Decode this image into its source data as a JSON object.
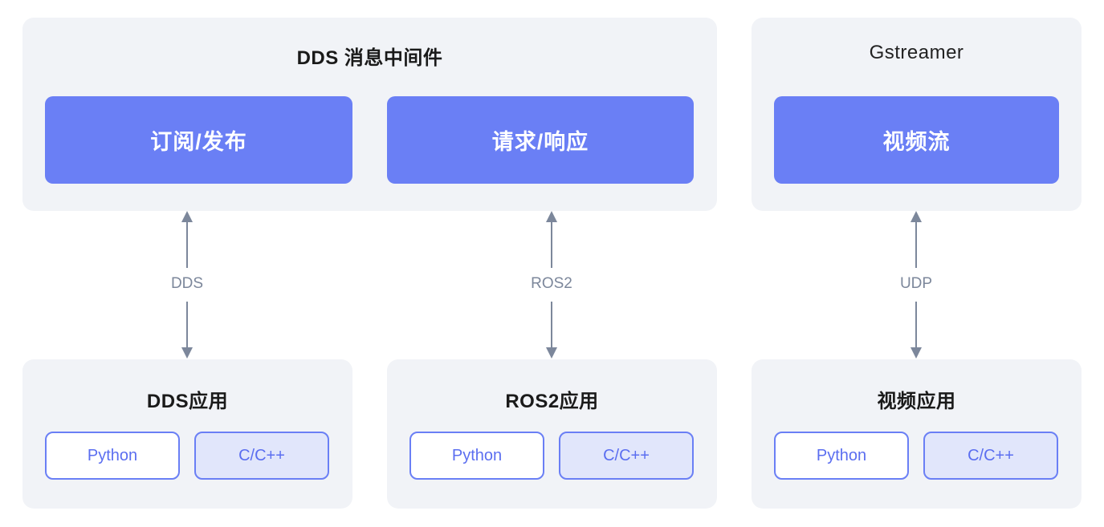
{
  "top": {
    "dds_panel": {
      "title": "DDS 消息中间件",
      "blocks": [
        "订阅/发布",
        "请求/响应"
      ]
    },
    "gst_panel": {
      "title": "Gstreamer",
      "blocks": [
        "视频流"
      ]
    }
  },
  "connectors": [
    {
      "label": "DDS"
    },
    {
      "label": "ROS2"
    },
    {
      "label": "UDP"
    }
  ],
  "apps": [
    {
      "title": "DDS应用",
      "langs": [
        "Python",
        "C/C++"
      ]
    },
    {
      "title": "ROS2应用",
      "langs": [
        "Python",
        "C/C++"
      ]
    },
    {
      "title": "视频应用",
      "langs": [
        "Python",
        "C/C++"
      ]
    }
  ],
  "colors": {
    "panel_bg": "#f1f3f7",
    "block_fill": "#6a7ff5",
    "lang_border": "#6a7ff5",
    "lang_cc_fill": "#e1e6fb",
    "arrow": "#7c879b"
  }
}
